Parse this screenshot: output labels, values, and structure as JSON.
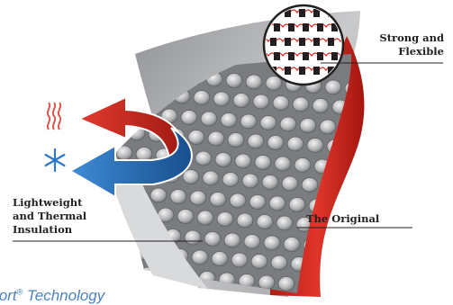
{
  "labels": {
    "strong": [
      "Strong and",
      "Flexible"
    ],
    "lightweight": [
      "Lightweight",
      "and Thermal",
      "Insulation"
    ],
    "original": "The Original"
  },
  "caption": {
    "text_before": "fort",
    "trademark": "®",
    "text_after": " Technology"
  },
  "icons": {
    "heat": "heat-waves-icon",
    "cold": "snowflake-icon"
  },
  "colors": {
    "red": "#d52b1e",
    "blue": "#1e6bb8",
    "grey": "#a9abae",
    "caption": "#4a82bf"
  }
}
